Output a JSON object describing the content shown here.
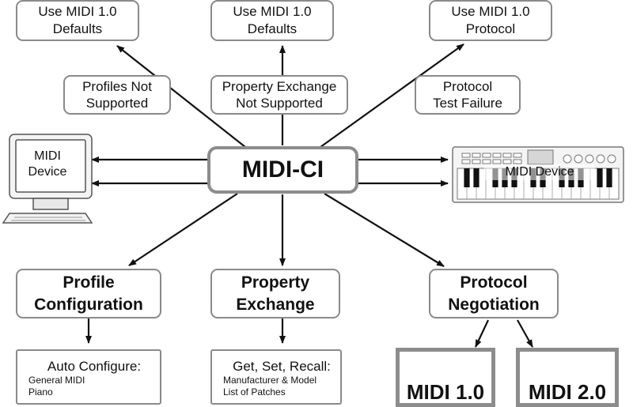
{
  "hub": {
    "label": "MIDI-CI"
  },
  "outcomes": [
    {
      "label": "Use MIDI 1.0\nDefaults"
    },
    {
      "label": "Use MIDI 1.0\nDefaults"
    },
    {
      "label": "Use MIDI 1.0\nProtocol"
    }
  ],
  "conditions": [
    {
      "label": "Profiles Not\nSupported"
    },
    {
      "label": "Property Exchange\nNot Supported"
    },
    {
      "label": "Protocol\nTest Failure"
    }
  ],
  "devices": {
    "computer": {
      "label": "MIDI\nDevice"
    },
    "keyboard": {
      "label": "MIDI Device"
    }
  },
  "features": [
    {
      "label": "Profile\nConfiguration"
    },
    {
      "label": "Property\nExchange"
    },
    {
      "label": "Protocol\nNegotiation"
    }
  ],
  "profile_list": {
    "title": "Auto Configure:",
    "items": [
      "General MIDI",
      "Piano"
    ]
  },
  "property_list": {
    "title": "Get, Set, Recall:",
    "items": [
      "Manufacturer & Model",
      "List of Patches"
    ]
  },
  "protocols": [
    {
      "label": "MIDI 1.0"
    },
    {
      "label": "MIDI 2.0"
    }
  ],
  "colors": {
    "border": "#8a8a8a",
    "arrow": "#111111"
  }
}
